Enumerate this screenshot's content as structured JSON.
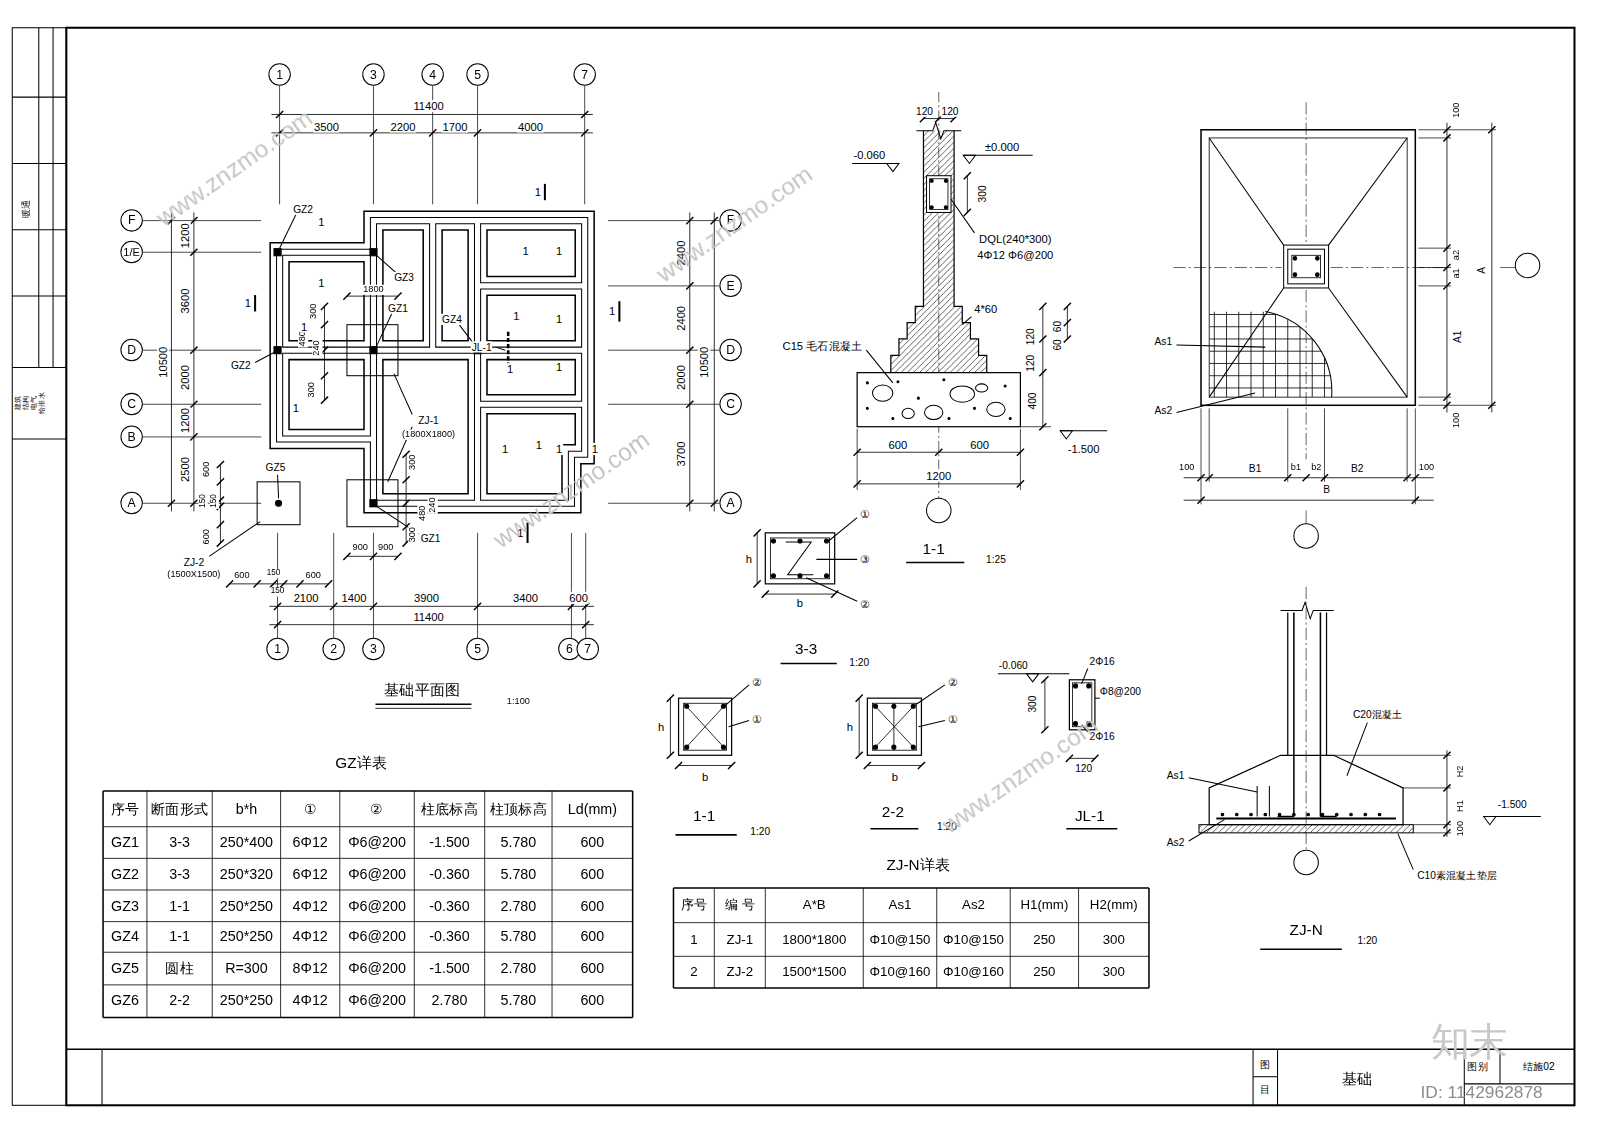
{
  "diagram": {
    "nodes": [
      {
        "text": [
          "1"
        ]
      },
      {
        "text": [
          "3"
        ]
      },
      {
        "text": [
          "4"
        ]
      },
      {
        "text": [
          "5"
        ]
      },
      {
        "text": [
          "7"
        ]
      },
      {
        "text": [
          "F"
        ]
      },
      {
        "text": [
          "1/E"
        ]
      },
      {
        "text": [
          "D"
        ]
      },
      {
        "text": [
          "C"
        ]
      },
      {
        "text": [
          "B"
        ]
      },
      {
        "text": [
          "A"
        ]
      },
      {
        "text": [
          "F"
        ]
      },
      {
        "text": [
          "E"
        ]
      },
      {
        "text": [
          "D"
        ]
      },
      {
        "text": [
          "C"
        ]
      },
      {
        "text": [
          "A"
        ]
      },
      {
        "text": [
          "1"
        ]
      },
      {
        "text": [
          "2"
        ]
      },
      {
        "text": [
          "3"
        ]
      },
      {
        "text": [
          "5"
        ]
      },
      {
        "text": [
          "6"
        ]
      },
      {
        "text": [
          "7"
        ]
      }
    ],
    "labels": [
      "11400",
      "3500",
      "2200",
      "1700",
      "4000",
      "1200",
      "3600",
      "2000",
      "1200",
      "2500",
      "10500",
      "2400",
      "2400",
      "2000",
      "3700",
      "10500",
      "2100",
      "1400",
      "3900",
      "3400",
      "600",
      "11400",
      "GZ2",
      "GZ3",
      "GZ1",
      "GZ4",
      "GZ2",
      "JL-1",
      "ZJ-1",
      "(1800X1800)",
      "GZ1",
      "GZ5",
      "ZJ-2",
      "(1500X1500)",
      "1800",
      "300",
      "480",
      "240",
      "300",
      "300",
      "480",
      "240",
      "300",
      "900",
      "900",
      "600",
      "150",
      "150",
      "600",
      "600",
      "150",
      "600",
      "150",
      "1",
      "1",
      "1",
      "1",
      "1",
      "1",
      "1",
      "1",
      "1",
      "1",
      "1",
      "1",
      "1",
      "1",
      "1",
      "1",
      "1",
      "1",
      "基础平面图",
      "1:100",
      "120",
      "120",
      "±0.000",
      "-0.060",
      "300",
      "DQL(240*300)",
      "4Φ12 Φ6@200",
      "4*60",
      "C15 毛石混凝土",
      "120",
      "120",
      "60",
      "60",
      "400",
      "600",
      "600",
      "1200",
      "-1.500",
      "1-1",
      "1:25",
      "h",
      "b",
      "①",
      "③",
      "②",
      "3-3",
      "1:20",
      "h",
      "b",
      "②",
      "①",
      "1-1",
      "1:20",
      "h",
      "b",
      "②",
      "①",
      "2-2",
      "1:20",
      "-0.060",
      "2Φ16",
      "Φ8@200",
      "300",
      "2Φ16",
      "120",
      "JL-1",
      "100",
      "a1",
      "a2",
      "A",
      "A1",
      "100",
      "As1",
      "As2",
      "100",
      "B1",
      "b1",
      "b2",
      "B2",
      "100",
      "B",
      "C20混凝土",
      "As1",
      "H2",
      "H1",
      "-1.500",
      "100",
      "As2",
      "C10素混凝土垫层",
      "ZJ-N",
      "1:20",
      "GZ详表",
      "序号",
      "断面形式",
      "b*h",
      "①",
      "②",
      "柱底标高",
      "柱顶标高",
      "Ld(mm)",
      "GZ1",
      "3-3",
      "250*400",
      "6Φ12",
      "Φ6@200",
      "-1.500",
      "5.780",
      "600",
      "GZ2",
      "3-3",
      "250*320",
      "6Φ12",
      "Φ6@200",
      "-0.360",
      "5.780",
      "600",
      "GZ3",
      "1-1",
      "250*250",
      "4Φ12",
      "Φ6@200",
      "-0.360",
      "2.780",
      "600",
      "GZ4",
      "1-1",
      "250*250",
      "4Φ12",
      "Φ6@200",
      "-0.360",
      "5.780",
      "600",
      "GZ5",
      "圆柱",
      "R=300",
      "8Φ12",
      "Φ6@200",
      "-1.500",
      "2.780",
      "600",
      "GZ6",
      "2-2",
      "250*250",
      "4Φ12",
      "Φ6@200",
      "2.780",
      "5.780",
      "600",
      "ZJ-N详表",
      "序号",
      "编 号",
      "A*B",
      "As1",
      "As2",
      "H1(mm)",
      "H2(mm)",
      "1",
      "ZJ-1",
      "1800*1800",
      "Φ10@150",
      "Φ10@150",
      "250",
      "300",
      "2",
      "ZJ-2",
      "1500*1500",
      "Φ10@160",
      "Φ10@160",
      "250",
      "300",
      "基础",
      "图别",
      "结施02",
      "图",
      "目",
      "暖通",
      "建筑",
      "结构",
      "电气",
      "给排水",
      "知末",
      "ID: 1142962878",
      "www.znzmo.com",
      "www.znzmo.com",
      "www.znzmo.com",
      "www.znzmo.com"
    ]
  }
}
